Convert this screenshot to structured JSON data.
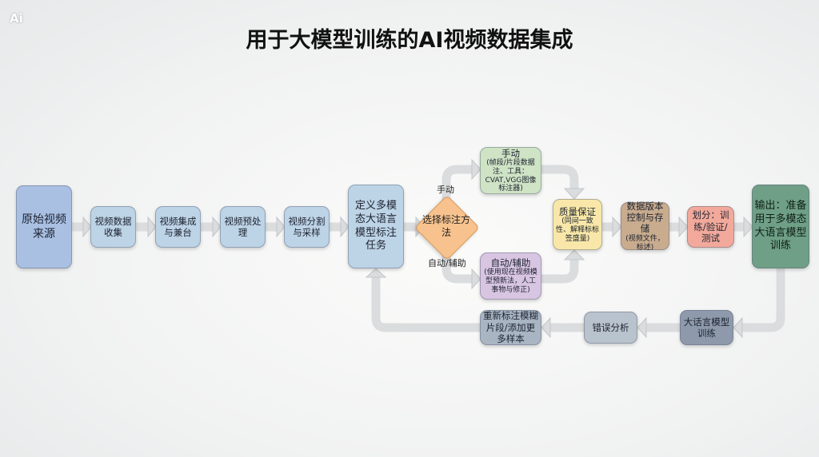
{
  "logo": "Ai",
  "title": "用于大模型训练的AI视频数据集成",
  "nodes": {
    "source": "原始视频来源",
    "collect": "视频数据收集",
    "integrate": "视频集成与兼台",
    "preprocess": "视频预处理",
    "segment": "视频分割与采样",
    "define": "定义多模态大语言模型标注任务",
    "choose": "选择标注方法",
    "manual_title": "手动",
    "manual_sub": "(帧段/片段数据注、工具：CVAT,VGG图像标注器)",
    "auto_title": "自动/辅助",
    "auto_sub": "(使用现在视频模型预新法，人工事物与修正)",
    "qa_title": "质量保证",
    "qa_sub": "(同间一致性、解释标标签盛量)",
    "version_title": "数据版本控制与存储",
    "version_sub": "(视频文件，标述)",
    "split": "划分：训练/验证/测试",
    "output": "输出：准备用于多模态大语言模型训练",
    "train": "大话言模型训练",
    "error": "错误分析",
    "relabel": "重新标注模糊片段/添加更多样本"
  },
  "edge_labels": {
    "manual": "手动",
    "auto": "自动/辅助"
  },
  "colors": {
    "blue": "#b9cde6",
    "green": "#cfe3c5",
    "purple": "#d8c5e2",
    "yellow": "#f8e7a8",
    "brown": "#c9ac8e",
    "salmon": "#f2a99b",
    "darkgreen": "#6f9f86",
    "slate": "#8e9aab",
    "gray": "#b9c3cd"
  }
}
